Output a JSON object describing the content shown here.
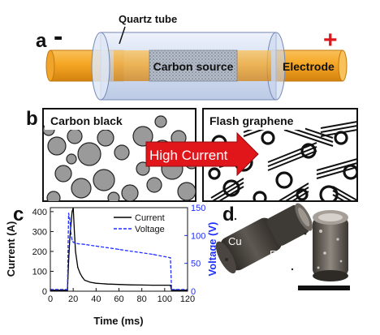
{
  "panel_a": {
    "letter": "a",
    "minus": "-",
    "plus": "+",
    "quartz_label": "Quartz tube",
    "source_label": "Carbon source",
    "electrode_label": "Electrode"
  },
  "panel_b": {
    "letter": "b",
    "left_label": "Carbon black",
    "right_label": "Flash graphene",
    "arrow_label": "High Current"
  },
  "panel_c": {
    "letter": "c",
    "legend_current": "Current",
    "legend_voltage": "Voltage"
  },
  "panel_d": {
    "letter": "d",
    "cu_label": "Cu",
    "fg_label": "FG"
  },
  "colors": {
    "electrode": "#f5a623",
    "tube": "#c9d7ef",
    "current": "#000000",
    "voltage": "#1f2fff",
    "arrow": "#e0161b",
    "plus": "#e0161b"
  },
  "chart_data": {
    "type": "line",
    "xlabel": "Time (ms)",
    "ylabel": "Current (A)",
    "y2label": "Voltage (V)",
    "xlim": [
      0,
      120
    ],
    "ylim": [
      0,
      420
    ],
    "y2lim": [
      0,
      150
    ],
    "xticks": [
      0,
      20,
      40,
      60,
      80,
      100,
      120
    ],
    "yticks": [
      0,
      100,
      200,
      300,
      400
    ],
    "y2ticks": [
      0,
      50,
      100,
      150
    ],
    "series": [
      {
        "name": "Current",
        "axis": "left",
        "style": "solid",
        "x": [
          0,
          15,
          16,
          17,
          18,
          19,
          20,
          21,
          22,
          24,
          26,
          28,
          30,
          35,
          40,
          50,
          60,
          70,
          80,
          90,
          100,
          105,
          106,
          110,
          120
        ],
        "y": [
          5,
          5,
          150,
          260,
          330,
          400,
          420,
          300,
          200,
          120,
          90,
          70,
          55,
          45,
          40,
          36,
          34,
          32,
          31,
          30,
          30,
          30,
          5,
          5,
          5
        ]
      },
      {
        "name": "Voltage",
        "axis": "right",
        "style": "dashed",
        "x": [
          0,
          15,
          16,
          17,
          18,
          19,
          20,
          22,
          25,
          30,
          40,
          50,
          60,
          70,
          80,
          90,
          100,
          105,
          106,
          110,
          120
        ],
        "y": [
          3,
          3,
          140,
          130,
          105,
          92,
          88,
          86,
          85,
          84,
          81,
          78,
          75,
          72,
          69,
          66,
          62,
          60,
          3,
          3,
          3
        ]
      }
    ]
  }
}
